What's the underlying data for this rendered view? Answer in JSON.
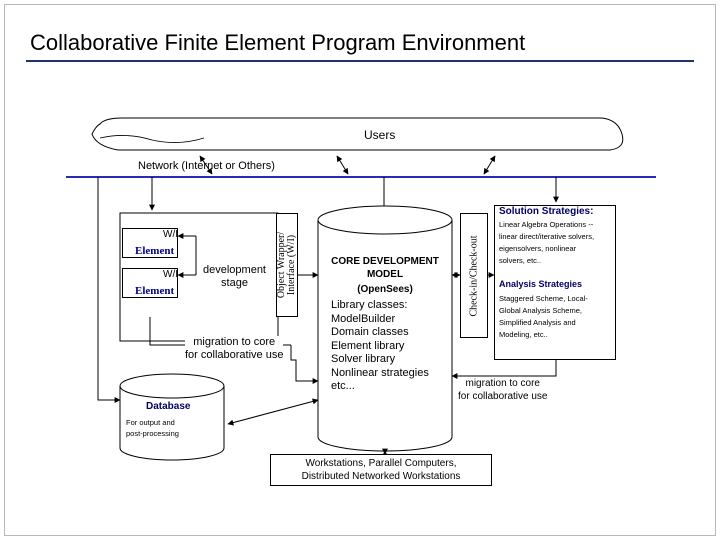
{
  "title": "Collaborative Finite Element Program Environment",
  "users_label": "Users",
  "network_label": "Network (Internet or Others)",
  "wi_elements": [
    {
      "tag": "W/I",
      "label": "Element"
    },
    {
      "tag": "W/I",
      "label": "Element"
    }
  ],
  "development_stage": [
    "development",
    "stage"
  ],
  "wrapper_label": [
    "Object Wrapper/",
    "Interface (W/I)"
  ],
  "migration_left": [
    "migration to core",
    "for collaborative use"
  ],
  "core": {
    "title": [
      "CORE DEVELOPMENT",
      "MODEL",
      "(OpenSees)"
    ],
    "items": [
      "Library classes:",
      "ModelBuilder",
      "Domain classes",
      "Element library",
      "Solver library",
      "Nonlinear strategies",
      "etc..."
    ]
  },
  "checkin_label": "Check-in/Check-out",
  "solution": {
    "heading": "Solution Strategies:",
    "lines": [
      "Linear Algebra Operations --",
      "linear direct/iterative solvers,",
      "eigensolvers, nonlinear",
      "solvers, etc.."
    ]
  },
  "analysis": {
    "heading": "Analysis Strategies",
    "lines": [
      "Staggered Scheme, Local-",
      "Global Analysis Scheme,",
      "Simplified Analysis and",
      "Modeling, etc.."
    ]
  },
  "migration_right": [
    "migration to core",
    "for collaborative use"
  ],
  "database": {
    "label": "Database",
    "note": [
      "For output and",
      "post-processing"
    ]
  },
  "workstations": [
    "Workstations, Parallel Computers,",
    "Distributed Networked Workstations"
  ],
  "colors": {
    "network": "#2a2ab8",
    "title_rule": "#223366",
    "heading": "#000066",
    "element": "#000080"
  }
}
